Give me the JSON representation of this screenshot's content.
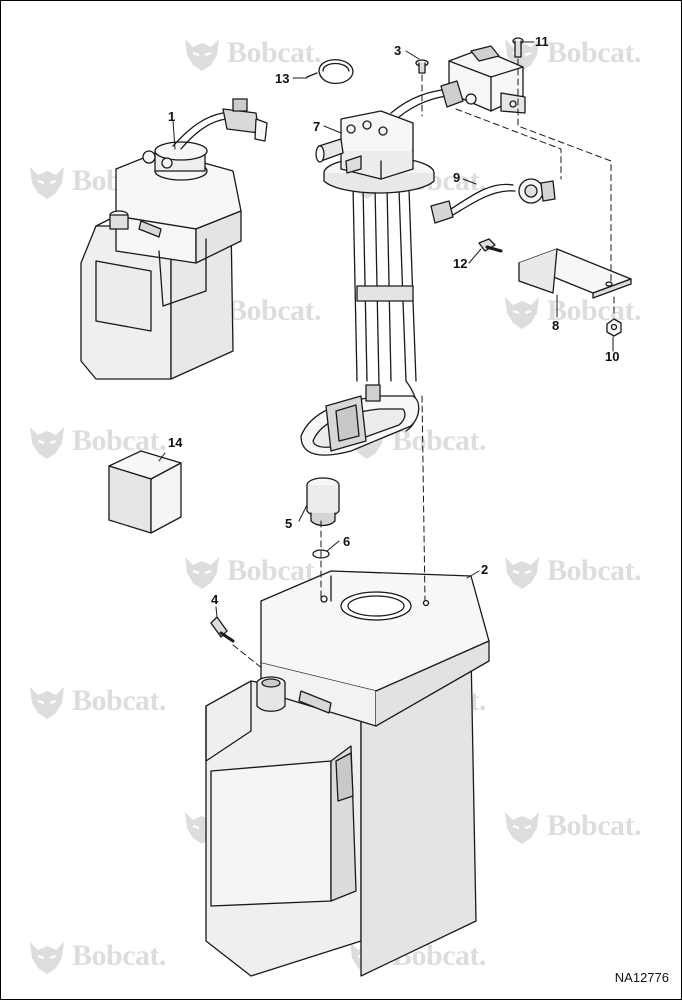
{
  "callouts": {
    "c1": "1",
    "c2": "2",
    "c3": "3",
    "c4": "4",
    "c5": "5",
    "c6": "6",
    "c7": "7",
    "c8": "8",
    "c9": "9",
    "c10": "10",
    "c11": "11",
    "c12": "12",
    "c13": "13",
    "c14": "14"
  },
  "drawing_number": "NA12776",
  "watermark": {
    "brand": "Bobcat",
    "suffix": ".",
    "logo_icon": "bobcat-head-icon"
  },
  "colors": {
    "line": "#1a1a1a",
    "fill": "#f7f7f7",
    "shade": "#d9d9d9",
    "watermark": "#000000"
  }
}
